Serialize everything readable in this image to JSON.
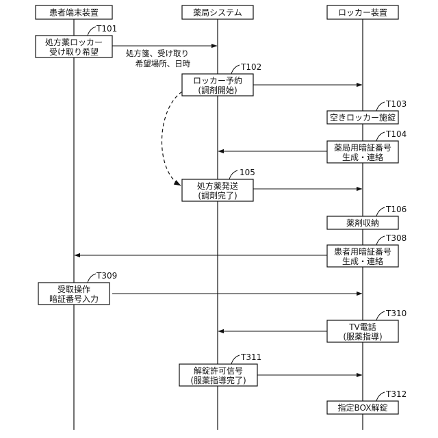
{
  "lanes": [
    {
      "id": "patient",
      "label": "患者端末装置"
    },
    {
      "id": "pharmacy",
      "label": "薬局システム"
    },
    {
      "id": "locker",
      "label": "ロッカー装置"
    }
  ],
  "steps": [
    {
      "id": "T101",
      "tag": "T101",
      "lane": "patient",
      "lines": [
        "処方薬ロッカー",
        "受け取り希望"
      ]
    },
    {
      "id": "T102",
      "tag": "T102",
      "lane": "pharmacy",
      "lines": [
        "ロッカー予約",
        "(調剤開始)"
      ]
    },
    {
      "id": "T103",
      "tag": "T103",
      "lane": "locker",
      "lines": [
        "空きロッカー施錠"
      ]
    },
    {
      "id": "T104",
      "tag": "T104",
      "lane": "locker",
      "lines": [
        "薬局用暗証番号",
        "生成・連絡"
      ]
    },
    {
      "id": "105",
      "tag": "105",
      "lane": "pharmacy",
      "lines": [
        "処方薬発送",
        "(調剤完了)"
      ]
    },
    {
      "id": "T106",
      "tag": "T106",
      "lane": "locker",
      "lines": [
        "薬剤収納"
      ]
    },
    {
      "id": "T308",
      "tag": "T308",
      "lane": "locker",
      "lines": [
        "患者用暗証番号",
        "生成・連絡"
      ]
    },
    {
      "id": "T309",
      "tag": "T309",
      "lane": "patient",
      "lines": [
        "受取操作",
        "暗証番号入力"
      ]
    },
    {
      "id": "T310",
      "tag": "T310",
      "lane": "locker",
      "lines": [
        "TV電話",
        "(服薬指導)"
      ]
    },
    {
      "id": "T311",
      "tag": "T311",
      "lane": "pharmacy",
      "lines": [
        "解錠許可信号",
        "(服薬指導完了)"
      ]
    },
    {
      "id": "T312",
      "tag": "T312",
      "lane": "locker",
      "lines": [
        "指定BOX解錠"
      ]
    }
  ],
  "message_labels": {
    "prescription": [
      "処方箋、受け取り",
      "希望場所、日時"
    ]
  }
}
